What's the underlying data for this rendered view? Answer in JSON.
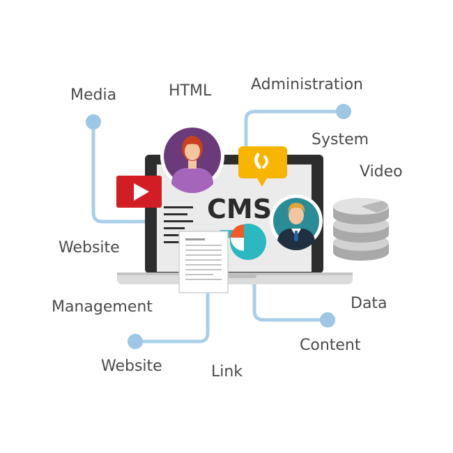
{
  "diagram": {
    "title": "CMS",
    "labels": {
      "media": "Media",
      "html": "HTML",
      "administration": "Administration",
      "system": "System",
      "video": "Video",
      "website_top": "Website",
      "management": "Management",
      "website_bottom": "Website",
      "link": "Link",
      "data": "Data",
      "content": "Content"
    }
  },
  "colors": {
    "connector": "#a9cfe8",
    "connector_dot": "#9dc7e4",
    "laptop_body": "#2d2d2d",
    "screen": "#ecebeb",
    "youtube_red": "#d11d23",
    "chat_yellow": "#f7b500",
    "avatar_purple": "#6b3a7a",
    "avatar_teal": "#2a8c96",
    "pie_teal": "#2bb8c0",
    "pie_orange": "#f15a24",
    "database_gray": "#c9c9c9",
    "text": "#4a4a4a"
  }
}
